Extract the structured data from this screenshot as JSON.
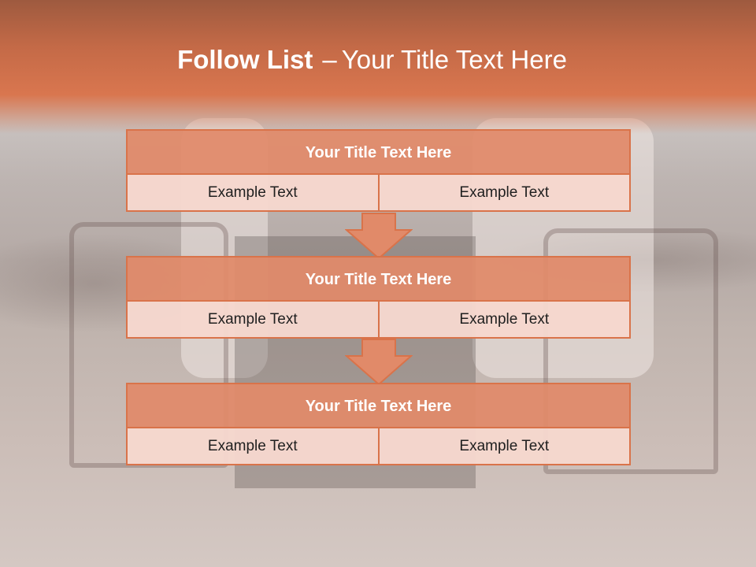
{
  "slide": {
    "title_bold": "Follow List",
    "title_separator": "–",
    "title_rest": "Your Title Text Here"
  },
  "blocks": [
    {
      "title": "Your Title Text Here",
      "left": "Example Text",
      "right": "Example Text"
    },
    {
      "title": "Your Title Text Here",
      "left": "Example Text",
      "right": "Example Text"
    },
    {
      "title": "Your Title Text Here",
      "left": "Example Text",
      "right": "Example Text"
    }
  ],
  "colors": {
    "accent": "#d9734a",
    "block_title_fill": "#e18a69",
    "cell_fill": "#f6d7ce",
    "header_band": "#d9764f"
  },
  "icons": [
    "down-arrow-icon",
    "down-arrow-icon"
  ]
}
